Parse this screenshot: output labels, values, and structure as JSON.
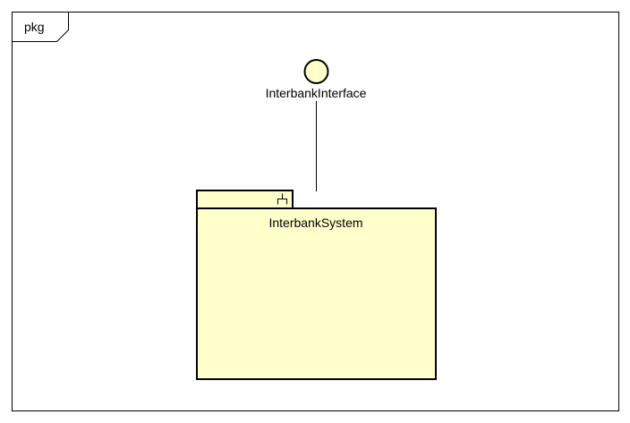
{
  "frame": {
    "label": "pkg"
  },
  "interface": {
    "name": "InterbankInterface"
  },
  "package": {
    "name": "InterbankSystem"
  },
  "colors": {
    "fill": "#FFFFCC",
    "stroke": "#000000",
    "background": "#FFFFFF"
  },
  "icons": {
    "package_stereotype": "component-fork-icon"
  }
}
